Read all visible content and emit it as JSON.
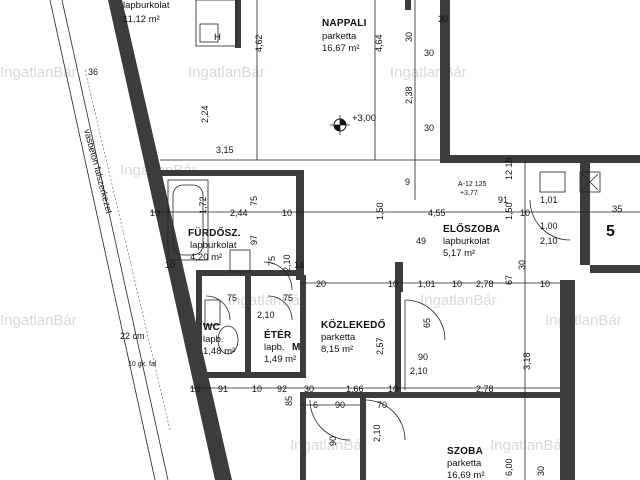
{
  "rooms": {
    "top_left": {
      "title": "",
      "floor": "lapburkolat",
      "area": "11,12 m²"
    },
    "nappali": {
      "title": "NAPPALI",
      "floor": "parketta",
      "area": "16,67 m²"
    },
    "furdo": {
      "title": "FÜRDŐSZ.",
      "floor": "lapburkolat",
      "area": "4,20 m²"
    },
    "eloszoba": {
      "title": "ELŐSZOBA",
      "floor": "lapburkolat",
      "area": "5,17 m²"
    },
    "wc": {
      "title": "WC",
      "floor": "lapb.",
      "area": "1,48 m²"
    },
    "eter": {
      "title": "ÉTÉR",
      "floor": "lapb.",
      "area": "1,49 m²"
    },
    "kozlekedo": {
      "title": "KÖZLEKEDŐ",
      "floor": "parketta",
      "area": "8,15 m²"
    },
    "szoba": {
      "title": "SZOBA",
      "floor": "parketta",
      "area": "16,69 m²"
    }
  },
  "labels": {
    "level": "+3,00",
    "wall_note_1": "vasbeton falszerkezet",
    "wall_note_2": "22 cm",
    "wall_note_3": "10 gk. fal",
    "unit_number": "5",
    "unit_number_partial": "35",
    "meter_label": "M",
    "sink_label": "H",
    "door_tag_1": "A-12 125",
    "door_tag_2": "+3,77",
    "dim_36": "36",
    "dim_2_24": "2,24",
    "dim_3_15": "3,15",
    "dim_4_62": "4,62",
    "dim_4_64": "4,64",
    "dim_30_a": "30",
    "dim_30_b": "30",
    "dim_30_c": "30",
    "dim_2_38": "2,38",
    "dim_30_d": "30",
    "dim_12_18": "12 18",
    "dim_10_a": "10",
    "dim_1_72": "1,72",
    "dim_2_44": "2,44",
    "dim_10_b": "10",
    "dim_1_50_a": "1,50",
    "dim_4_55": "4,55",
    "dim_1_50_b": "1,50",
    "dim_10_c": "10",
    "dim_91": "91",
    "dim_1_01": "1,01",
    "dim_1_00": "1,00",
    "dim_2_10_a": "2,10",
    "dim_75_a": "75",
    "dim_97": "97",
    "dim_49": "49",
    "dim_10_d": "10",
    "dim_75_b": "75",
    "dim_2_10_b": "2,10",
    "dim_14": "14",
    "dim_20": "20",
    "dim_10_e": "10",
    "dim_1_01_b": "1,01",
    "dim_10_f": "10",
    "dim_2_78_a": "2,78",
    "dim_10_g": "10",
    "dim_67": "67",
    "dim_30_e": "30",
    "dim_75_c": "75",
    "dim_75_d": "75",
    "dim_2_10_c": "2,10",
    "dim_65": "65",
    "dim_2_57": "2,57",
    "dim_90_a": "90",
    "dim_2_10_d": "2,10",
    "dim_3_18": "3,18",
    "dim_30_f": "30",
    "dim_9": "9",
    "dim_91_b": "91",
    "dim_10_h": "10",
    "dim_92": "92",
    "dim_10_i": "10",
    "dim_1_66": "1,66",
    "dim_10_j": "10",
    "dim_2_78_b": "2,78",
    "dim_85": "85",
    "dim_6": "6",
    "dim_90_b": "90",
    "dim_70": "70",
    "dim_90_c": "90",
    "dim_2_10_e": "2,10",
    "dim_6_00": "6,00",
    "dim_30_g": "30"
  },
  "watermark": "IngatlanBár"
}
